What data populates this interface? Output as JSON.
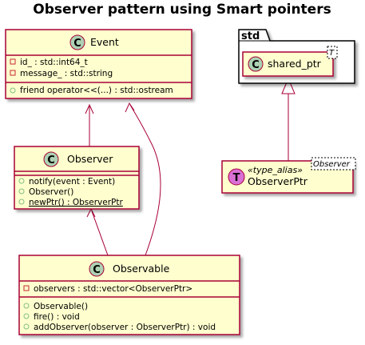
{
  "title": "Observer pattern using Smart pointers",
  "colors": {
    "class_fill": "#FEFECE",
    "class_border": "#A80036",
    "class_circle": "#ADD1B2",
    "alias_circle": "#DA70D6",
    "package_fill": "#FFFFFF",
    "edge": "#A80036"
  },
  "package": {
    "name": "std"
  },
  "classes": {
    "event": {
      "name": "Event",
      "icon": "C",
      "fields": [
        {
          "visibility": "private",
          "text": "id_ : std::int64_t"
        },
        {
          "visibility": "private",
          "text": "message_ : std::string"
        }
      ],
      "methods": [
        {
          "visibility": "public",
          "text": "friend operator<<(...) : std::ostream",
          "static": false
        }
      ]
    },
    "observer": {
      "name": "Observer",
      "icon": "C",
      "fields": [],
      "methods": [
        {
          "visibility": "public",
          "text": "notify(event : Event)",
          "static": false
        },
        {
          "visibility": "public",
          "text": "Observer()",
          "static": false
        },
        {
          "visibility": "public",
          "text": "newPtr() : ObserverPtr",
          "static": true
        }
      ]
    },
    "observable": {
      "name": "Observable",
      "icon": "C",
      "fields": [
        {
          "visibility": "private",
          "text": "observers : std::vector<ObserverPtr>"
        }
      ],
      "methods": [
        {
          "visibility": "public",
          "text": "Observable()",
          "static": false
        },
        {
          "visibility": "public",
          "text": "fire() : void",
          "static": false
        },
        {
          "visibility": "public",
          "text": "addObserver(observer : ObserverPtr) : void",
          "static": false
        }
      ]
    },
    "shared_ptr": {
      "name": "shared_ptr",
      "icon": "C",
      "template_param": "T"
    },
    "observer_ptr": {
      "name": "ObserverPtr",
      "icon": "T",
      "stereotype": "«type_alias»",
      "template_param": "Observer"
    }
  },
  "relations": [
    {
      "from": "Observer",
      "to": "Event",
      "type": "association"
    },
    {
      "from": "Observable",
      "to": "Observer",
      "type": "association"
    },
    {
      "from": "Observable",
      "to": "Event",
      "type": "association"
    },
    {
      "from": "ObserverPtr",
      "to": "shared_ptr",
      "type": "generalization"
    }
  ]
}
